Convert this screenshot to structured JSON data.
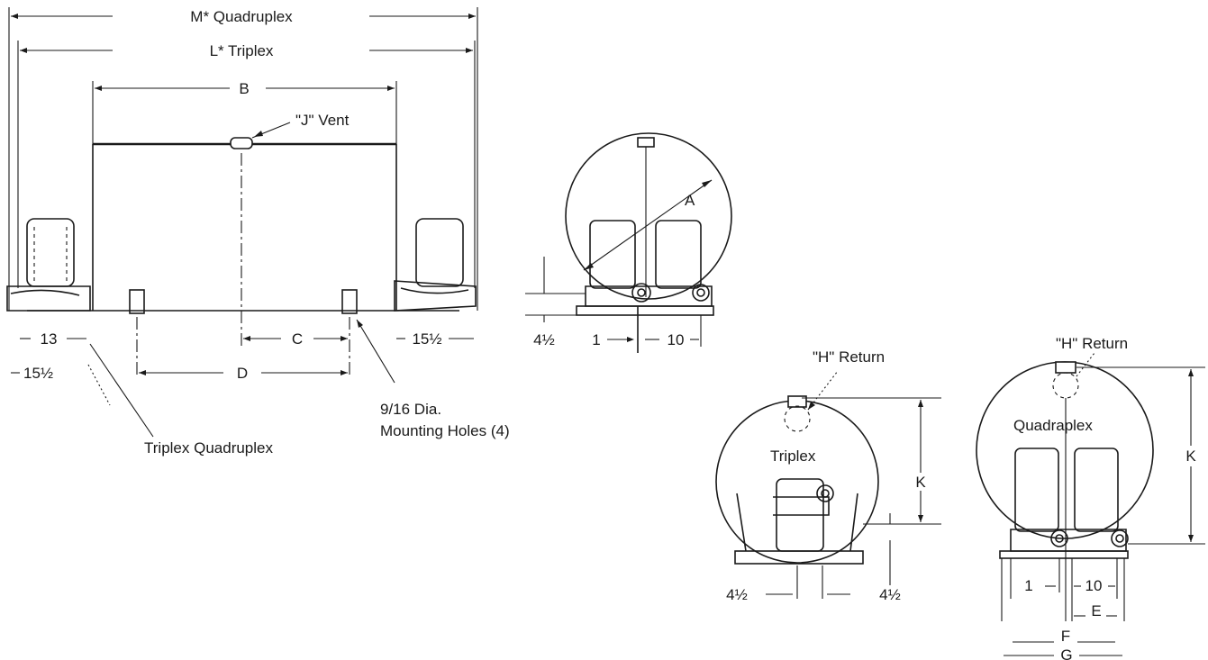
{
  "dimensions": {
    "m_quadruplex": "M* Quadruplex",
    "l_triplex": "L* Triplex",
    "b": "B",
    "c": "C",
    "d": "D",
    "a": "A",
    "k_triplex": "K",
    "k_quadraplex": "K",
    "e": "E",
    "f": "F",
    "g": "G"
  },
  "callouts": {
    "j_vent": "\"J\" Vent",
    "h_return_triplex": "\"H\" Return",
    "h_return_quadraplex": "\"H\" Return",
    "mounting_holes_line1": "9/16 Dia.",
    "mounting_holes_line2": "Mounting Holes (4)",
    "triplex_quadruplex": "Triplex Quadruplex"
  },
  "view_labels": {
    "triplex": "Triplex",
    "quadraplex": "Quadraplex"
  },
  "fixed_values": {
    "front_13": "13",
    "front_15_5_left": "15½",
    "front_15_5_right": "15½",
    "side_4_5": "4½",
    "side_1": "1",
    "side_10": "10",
    "triplex_4_5_left": "4½",
    "triplex_4_5_right": "4½",
    "quad_1": "1",
    "quad_10": "10"
  }
}
